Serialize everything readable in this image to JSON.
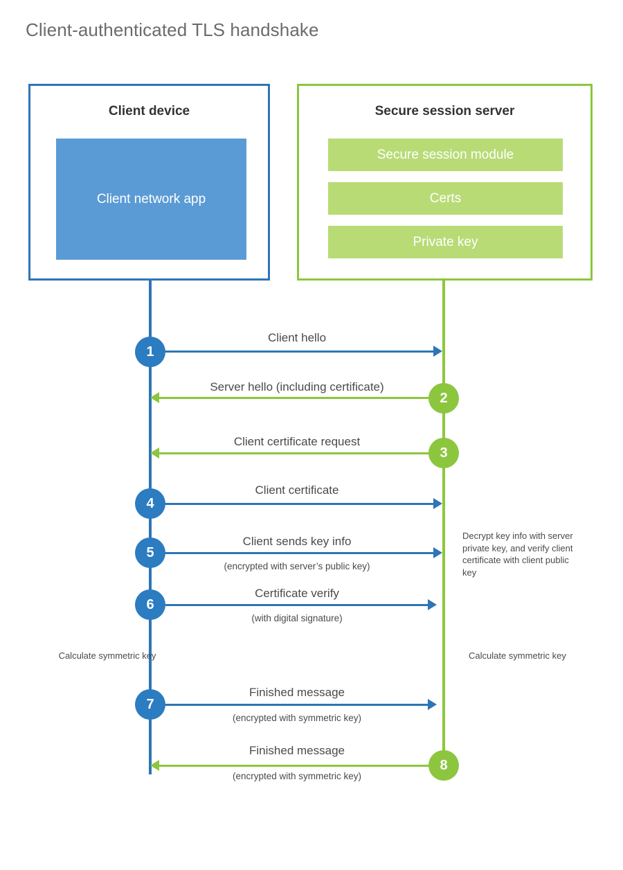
{
  "title": "Client-authenticated TLS handshake",
  "colors": {
    "blue_border": "#2e75b6",
    "blue_fill": "#5b9bd5",
    "blue_circle": "#2b7cc1",
    "green_border": "#8cc63e",
    "green_fill": "#b8db76",
    "green_circle": "#8cc63e",
    "text": "#4a4a4a",
    "title_text": "#6b6b6b",
    "background": "#ffffff"
  },
  "client": {
    "title": "Client device",
    "app_label": "Client network app"
  },
  "server": {
    "title": "Secure session server",
    "components": [
      "Secure session module",
      "Certs",
      "Private key"
    ]
  },
  "steps": [
    {
      "number": "1",
      "label": "Client hello",
      "sub": "",
      "direction": "right",
      "color": "blue"
    },
    {
      "number": "2",
      "label": "Server hello (including certificate)",
      "sub": "",
      "direction": "left",
      "color": "green"
    },
    {
      "number": "3",
      "label": "Client certificate request",
      "sub": "",
      "direction": "left",
      "color": "green"
    },
    {
      "number": "4",
      "label": "Client certificate",
      "sub": "",
      "direction": "right",
      "color": "blue"
    },
    {
      "number": "5",
      "label": "Client sends key info",
      "sub": "(encrypted with server’s public key)",
      "direction": "right",
      "color": "blue"
    },
    {
      "number": "6",
      "label": "Certificate verify",
      "sub": "(with digital signature)",
      "direction": "right",
      "color": "blue"
    },
    {
      "number": "7",
      "label": "Finished message",
      "sub": "(encrypted with symmetric key)",
      "direction": "right",
      "color": "blue"
    },
    {
      "number": "8",
      "label": "Finished message",
      "sub": "(encrypted with symmetric key)",
      "direction": "left",
      "color": "green"
    }
  ],
  "notes": {
    "server_decrypt": "Decrypt key info with server private key, and verify client certificate with client public key",
    "client_calculate": "Calculate symmetric key",
    "server_calculate": "Calculate symmetric key"
  }
}
